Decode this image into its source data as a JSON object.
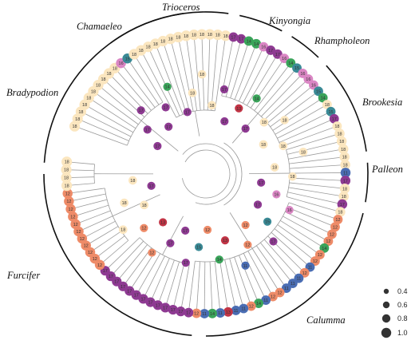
{
  "colors": {
    "18": "#fbe6bf",
    "17": "#8e3a92",
    "16": "#da86c4",
    "15": "#3a8a96",
    "14": "#3aa45a",
    "13": "#c23445",
    "12": "#ee8b68",
    "11": "#4a6db3",
    "10": "#b8302f"
  },
  "clades": [
    {
      "label": "Trioceros"
    },
    {
      "label": "Kinyongia"
    },
    {
      "label": "Rhampholeon"
    },
    {
      "label": "Brookesia"
    },
    {
      "label": "Palleon"
    },
    {
      "label": "Calumma"
    },
    {
      "label": "Furcifer"
    },
    {
      "label": "Bradypodion"
    },
    {
      "label": "Chamaeleo"
    }
  ],
  "legend": {
    "items": [
      {
        "label": "0.4",
        "value": 0.4
      },
      {
        "label": "0.6",
        "value": 0.6
      },
      {
        "label": "0.8",
        "value": 0.8
      },
      {
        "label": "1.0",
        "value": 1.0
      }
    ]
  },
  "tips": [
    [
      "18",
      1.0
    ],
    [
      "18",
      1.0
    ],
    [
      "18",
      1.0
    ],
    [
      "18",
      1.0
    ],
    [
      "18",
      1.0
    ],
    [
      "18",
      1.0
    ],
    [
      "18",
      1.0
    ],
    [
      "18",
      1.0
    ],
    [
      "18",
      1.0
    ],
    [
      "18",
      1.0
    ],
    [
      "16",
      0.9
    ],
    [
      "15",
      0.9
    ],
    [
      "18",
      1.0
    ],
    [
      "18",
      1.0
    ],
    [
      "18",
      1.0
    ],
    [
      "18",
      1.0
    ],
    [
      "18",
      1.0
    ],
    [
      "18",
      1.0
    ],
    [
      "18",
      1.0
    ],
    [
      "18",
      1.0
    ],
    [
      "18",
      1.0
    ],
    [
      "18",
      1.0
    ],
    [
      "18",
      1.0
    ],
    [
      "18",
      1.0
    ],
    [
      "18",
      1.0
    ],
    [
      "17",
      0.8
    ],
    [
      "17",
      0.8
    ],
    [
      "14",
      0.8
    ],
    [
      "14",
      0.8
    ],
    [
      "16",
      0.8
    ],
    [
      "17",
      0.8
    ],
    [
      "17",
      0.8
    ],
    [
      "16",
      0.8
    ],
    [
      "14",
      0.8
    ],
    [
      "15",
      0.8
    ],
    [
      "16",
      0.8
    ],
    [
      "16",
      0.8
    ],
    [
      "16",
      0.8
    ],
    [
      "15",
      0.8
    ],
    [
      "14",
      0.8
    ],
    [
      "18",
      0.8
    ],
    [
      "15",
      0.8
    ],
    [
      "17",
      0.8
    ],
    [
      "18",
      0.8
    ],
    [
      "18",
      0.9
    ],
    [
      "18",
      0.9
    ],
    [
      "18",
      0.9
    ],
    [
      "18",
      0.9
    ],
    [
      "18",
      0.9
    ],
    [
      "11",
      0.9
    ],
    [
      "17",
      0.9
    ],
    [
      "18",
      0.9
    ],
    [
      "18",
      0.9
    ],
    [
      "17",
      0.9
    ],
    [
      "18",
      0.9
    ],
    [
      "12",
      0.8
    ],
    [
      "12",
      0.8
    ],
    [
      "12",
      0.8
    ],
    [
      "12",
      0.8
    ],
    [
      "14",
      0.8
    ],
    [
      "12",
      0.8
    ],
    [
      "12",
      0.8
    ],
    [
      "11",
      0.8
    ],
    [
      "12",
      0.8
    ],
    [
      "11",
      0.8
    ],
    [
      "11",
      0.8
    ],
    [
      "11",
      0.8
    ],
    [
      "12",
      0.8
    ],
    [
      "12",
      0.8
    ],
    [
      "11",
      0.8
    ],
    [
      "14",
      0.8
    ],
    [
      "12",
      0.8
    ],
    [
      "11",
      0.8
    ],
    [
      "11",
      0.8
    ],
    [
      "13",
      0.8
    ],
    [
      "11",
      0.8
    ],
    [
      "14",
      0.8
    ],
    [
      "11",
      0.8
    ],
    [
      "12",
      0.8
    ],
    [
      "17",
      0.8
    ],
    [
      "17",
      0.85
    ],
    [
      "17",
      0.85
    ],
    [
      "17",
      0.85
    ],
    [
      "17",
      0.85
    ],
    [
      "17",
      0.85
    ],
    [
      "17",
      0.85
    ],
    [
      "17",
      0.85
    ],
    [
      "17",
      0.85
    ],
    [
      "17",
      0.85
    ],
    [
      "17",
      0.85
    ],
    [
      "17",
      0.85
    ],
    [
      "17",
      0.85
    ],
    [
      "12",
      0.9
    ],
    [
      "12",
      0.9
    ],
    [
      "12",
      0.9
    ],
    [
      "12",
      0.9
    ],
    [
      "12",
      0.9
    ],
    [
      "12",
      0.9
    ],
    [
      "12",
      0.9
    ],
    [
      "12",
      0.9
    ],
    [
      "12",
      0.9
    ],
    [
      "12",
      0.9
    ],
    [
      "12",
      0.9
    ],
    [
      "18",
      1.0
    ],
    [
      "18",
      1.0
    ],
    [
      "18",
      1.0
    ],
    [
      "18",
      1.0
    ]
  ],
  "internal_nodes": [
    [
      "17",
      0.8
    ],
    [
      "17",
      0.8
    ],
    [
      "17",
      0.8
    ],
    [
      "17",
      0.8
    ],
    [
      "17",
      0.8
    ],
    [
      "14",
      0.8
    ],
    [
      "17",
      0.8
    ],
    [
      "18",
      0.9
    ],
    [
      "18",
      0.9
    ],
    [
      "18",
      0.9
    ],
    [
      "17",
      0.8
    ],
    [
      "17",
      0.8
    ],
    [
      "13",
      0.8
    ],
    [
      "14",
      0.8
    ],
    [
      "17",
      0.8
    ],
    [
      "18",
      0.9
    ],
    [
      "18",
      0.9
    ],
    [
      "18",
      0.9
    ],
    [
      "18",
      0.9
    ],
    [
      "18",
      0.9
    ],
    [
      "18",
      0.9
    ],
    [
      "18",
      0.9
    ],
    [
      "17",
      0.8
    ],
    [
      "16",
      0.8
    ],
    [
      "16",
      0.8
    ],
    [
      "17",
      0.8
    ],
    [
      "15",
      0.8
    ],
    [
      "17",
      0.8
    ],
    [
      "12",
      0.8
    ],
    [
      "12",
      0.8
    ],
    [
      "11",
      0.8
    ],
    [
      "13",
      0.8
    ],
    [
      "14",
      0.8
    ],
    [
      "12",
      0.8
    ],
    [
      "15",
      0.8
    ],
    [
      "17",
      0.8
    ],
    [
      "17",
      0.8
    ],
    [
      "17",
      0.8
    ],
    [
      "12",
      0.8
    ],
    [
      "13",
      0.8
    ],
    [
      "12",
      0.8
    ],
    [
      "18",
      0.9
    ],
    [
      "18",
      0.9
    ],
    [
      "18",
      0.9
    ],
    [
      "17",
      0.8
    ],
    [
      "18",
      0.9
    ]
  ]
}
